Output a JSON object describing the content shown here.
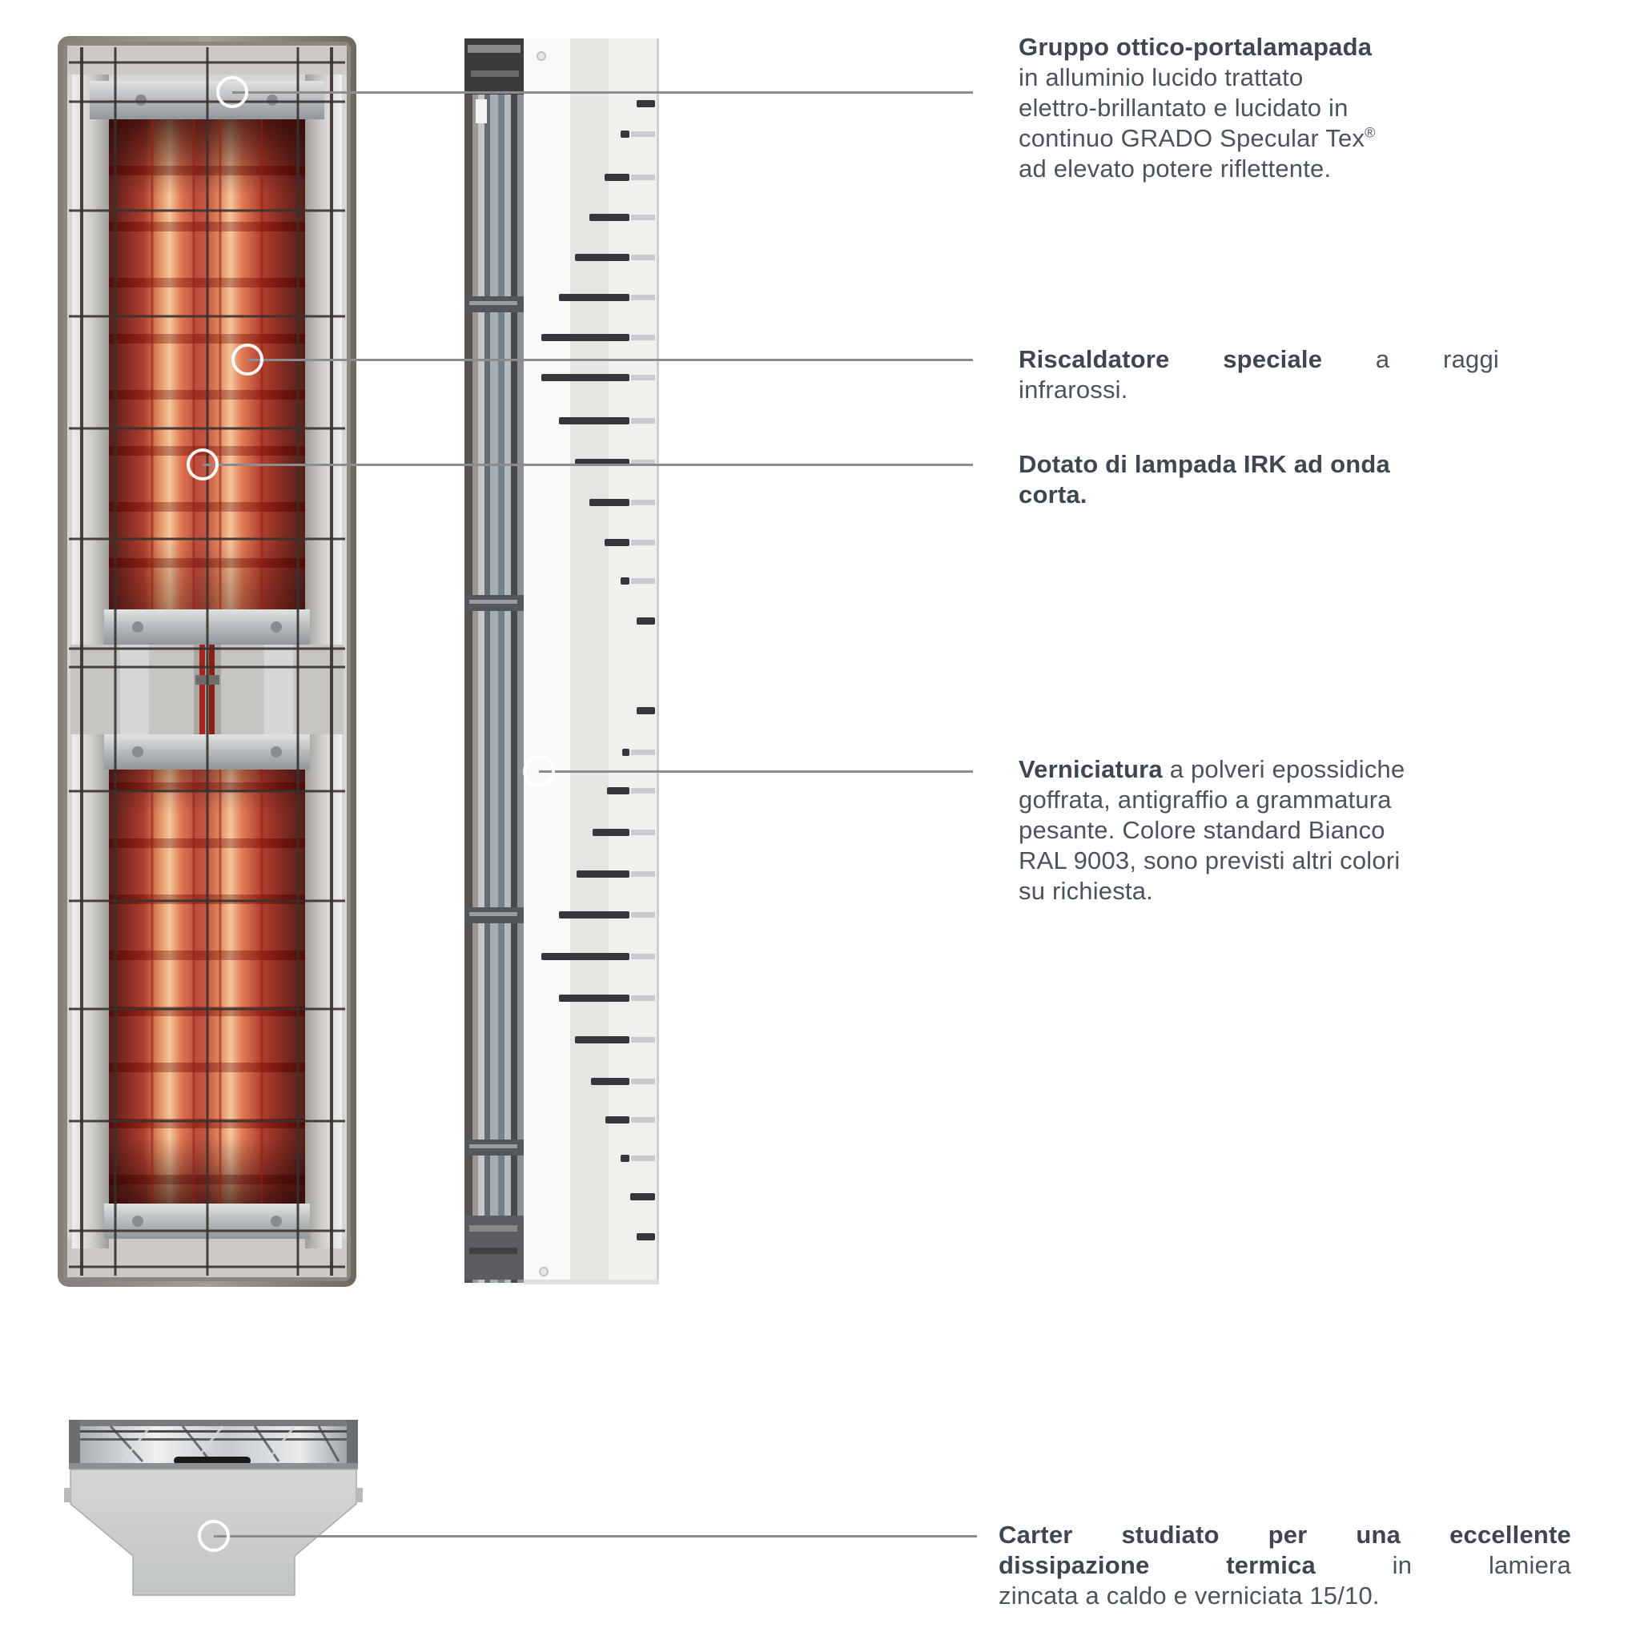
{
  "colors": {
    "text": "#4a545b",
    "text_bold": "#3d474e",
    "callout_line": "#8c8c8c",
    "callout_circle": "#ffffff",
    "lamp_glow": "#e2603c",
    "cabinet_white": "#f2f2ef"
  },
  "callouts": [
    {
      "target": "gruppo-ottico"
    },
    {
      "target": "riscaldatore"
    },
    {
      "target": "lampada-irk"
    },
    {
      "target": "verniciatura"
    },
    {
      "target": "carter"
    }
  ],
  "annotations": [
    {
      "id": "gruppo-ottico",
      "lines": [
        [
          {
            "t": "Gruppo ottico-portalamapada",
            "b": true
          }
        ],
        [
          {
            "t": "in alluminio lucido trattato"
          }
        ],
        [
          {
            "t": "elettro-brillantato e lucidato in"
          }
        ],
        [
          {
            "t": "continuo GRADO Specular Tex"
          },
          {
            "t": "®",
            "sup": true
          }
        ],
        [
          {
            "t": "ad elevato potere riflettente."
          }
        ]
      ]
    },
    {
      "id": "riscaldatore",
      "lines": [
        [
          {
            "t": "Riscaldatore speciale",
            "b": true
          },
          {
            "t": " a raggi"
          }
        ],
        [
          {
            "t": "infrarossi."
          }
        ]
      ]
    },
    {
      "id": "lampada-irk",
      "lines": [
        [
          {
            "t": "Dotato di lampada IRK ad onda",
            "b": true
          }
        ],
        [
          {
            "t": "corta.",
            "b": true
          }
        ]
      ]
    },
    {
      "id": "verniciatura",
      "lines": [
        [
          {
            "t": "Verniciatura",
            "b": true
          },
          {
            "t": " a polveri epossidiche"
          }
        ],
        [
          {
            "t": "goffrata, antigraffio a grammatura"
          }
        ],
        [
          {
            "t": "pesante. Colore standard Bianco"
          }
        ],
        [
          {
            "t": "RAL 9003, sono previsti altri colori"
          }
        ],
        [
          {
            "t": "su richiesta."
          }
        ]
      ]
    },
    {
      "id": "carter",
      "lines": [
        [
          {
            "t": "Carter studiato per una eccellente",
            "b": true
          }
        ],
        [
          {
            "t": "dissipazione termica",
            "b": true
          },
          {
            "t": " in lamiera"
          }
        ],
        [
          {
            "t": "zincata a caldo e verniciata 15/10."
          }
        ]
      ]
    }
  ]
}
